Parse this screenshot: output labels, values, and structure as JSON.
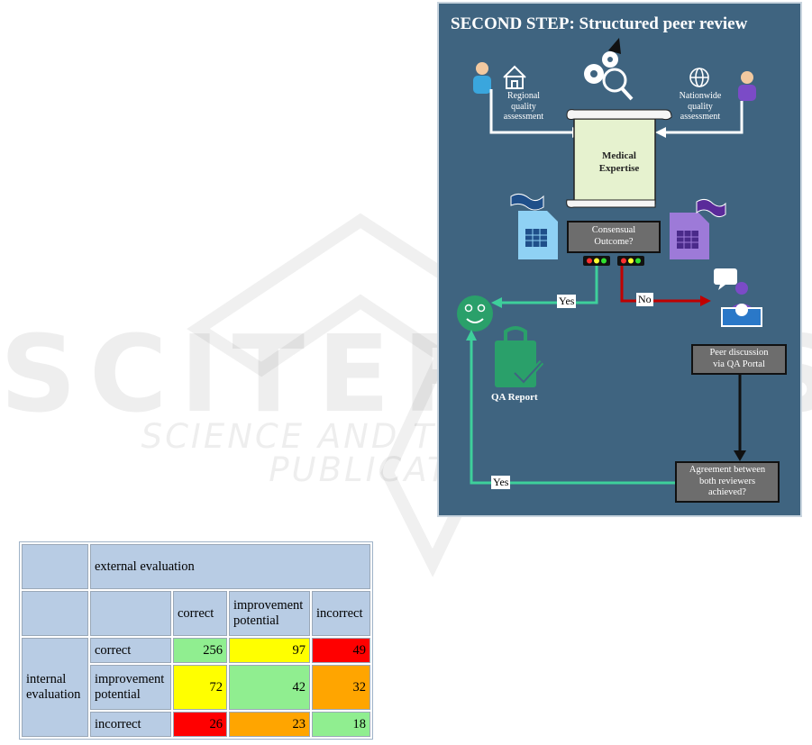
{
  "watermark": {
    "big": "SCITEPRESS",
    "small": "SCIENCE AND TECHNOLOGY PUBLICATIONS"
  },
  "flowchart": {
    "title": "SECOND STEP: Structured peer review",
    "regional_label": [
      "Regional",
      "quality",
      "assessment"
    ],
    "nationwide_label": [
      "Nationwide",
      "quality",
      "assessment"
    ],
    "scroll_text": [
      "Medical",
      "Expertise"
    ],
    "consensual": [
      "Consensual",
      "Outcome?"
    ],
    "yes": "Yes",
    "no": "No",
    "qa_report": "QA Report",
    "peer_discussion": [
      "Peer discussion",
      "via QA Portal"
    ],
    "agreement": [
      "Agreement between",
      "both reviewers",
      "achieved?"
    ],
    "yes_bottom": "Yes",
    "colors": {
      "background": "#3f6480",
      "green_path": "#3ecf9b",
      "red_path": "#c00000",
      "black_path": "#111111"
    },
    "icons": [
      "person-blue-icon",
      "house-icon",
      "gears-magnifier-icon",
      "globe-icon",
      "person-purple-icon",
      "scroll-icon",
      "spreadsheet-blue-icon",
      "spreadsheet-purple-icon",
      "traffic-light-icon",
      "smiley-icon",
      "clipboard-check-icon",
      "reviewer-desk-icon"
    ]
  },
  "table": {
    "header1": [
      "",
      "external evaluation"
    ],
    "header2": [
      "",
      "",
      "correct",
      "improvement potential",
      "incorrect"
    ],
    "row_group": "internal evaluation",
    "rows": [
      {
        "label": "correct",
        "values": [
          "256",
          "97",
          "49"
        ],
        "colors": [
          "green",
          "yellow",
          "red"
        ]
      },
      {
        "label": "improvement potential",
        "values": [
          "72",
          "42",
          "32"
        ],
        "colors": [
          "yellow",
          "green",
          "orange"
        ]
      },
      {
        "label": "incorrect",
        "values": [
          "26",
          "23",
          "18"
        ],
        "colors": [
          "red",
          "orange",
          "green"
        ]
      }
    ]
  }
}
